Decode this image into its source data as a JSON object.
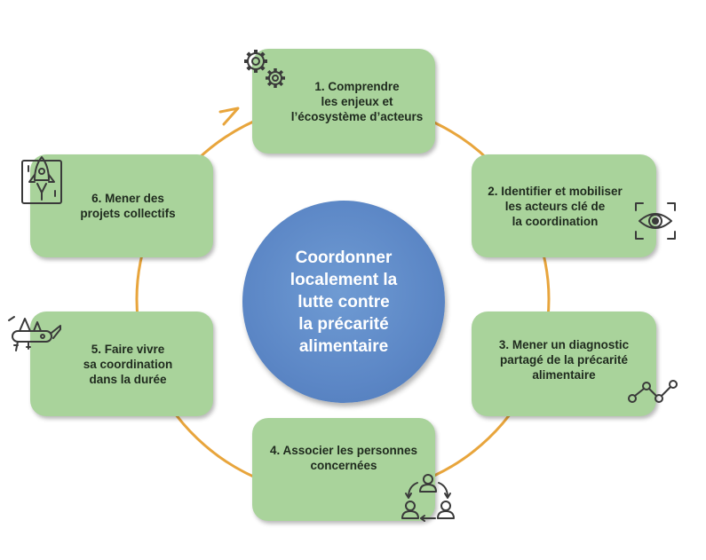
{
  "center": {
    "text": "Coordonner\nlocalement la\nlutte contre\nla précarité\nalimentaire"
  },
  "steps": [
    {
      "label": "1. Comprendre\nles enjeux et\nl’écosystème d’acteurs",
      "icon": "gears-icon"
    },
    {
      "label": "2. Identifier et mobiliser\nles acteurs clé de\nla coordination",
      "icon": "eye-icon"
    },
    {
      "label": "3. Mener un diagnostic\npartagé de la précarité\nalimentaire",
      "icon": "line-chart-icon"
    },
    {
      "label": "4. Associer les personnes\nconcernées",
      "icon": "people-cycle-icon"
    },
    {
      "label": "5. Faire vivre\nsa coordination\ndans la durée",
      "icon": "swiss-knife-icon"
    },
    {
      "label": "6. Mener des\nprojets collectifs",
      "icon": "rocket-icon"
    }
  ],
  "colors": {
    "box": "#a9d39b",
    "circle": "#5c87c6",
    "ring": "#e8a53c",
    "icon": "#3a3a3a"
  }
}
